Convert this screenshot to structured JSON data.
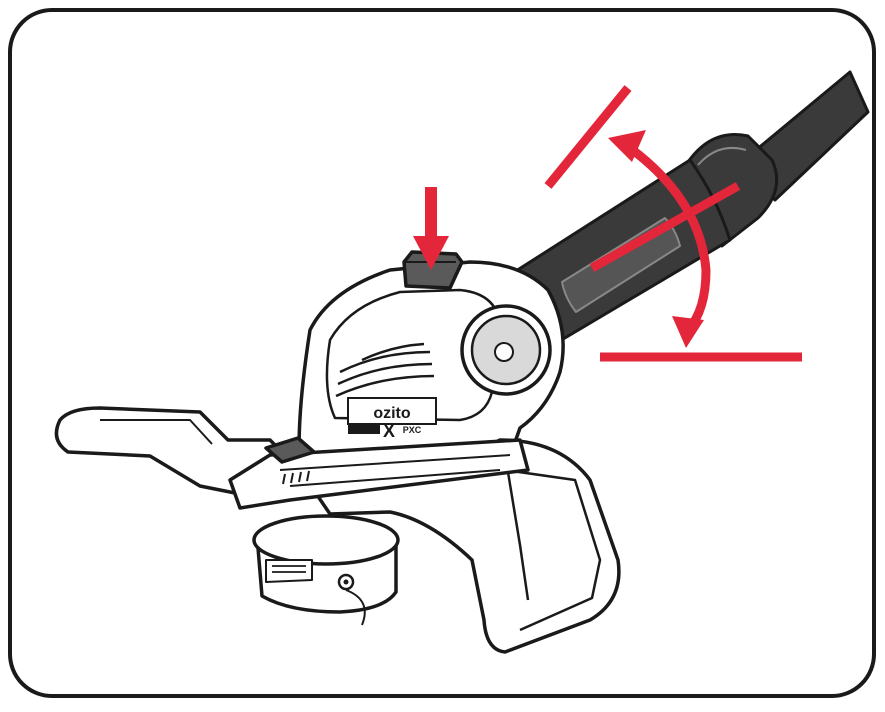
{
  "brand": {
    "name": "ozito",
    "series_mark": "X",
    "series_suffix": "PXC"
  },
  "colors": {
    "line": "#1a1a1a",
    "accent_red": "#e3263a",
    "tool_dark": "#3a3a3a",
    "tool_mid": "#5a5a5a",
    "tool_light": "#d9d9d9",
    "background": "#ffffff"
  },
  "icons": {
    "press": "down-arrow-icon",
    "rotate": "curved-double-arrow-icon"
  }
}
